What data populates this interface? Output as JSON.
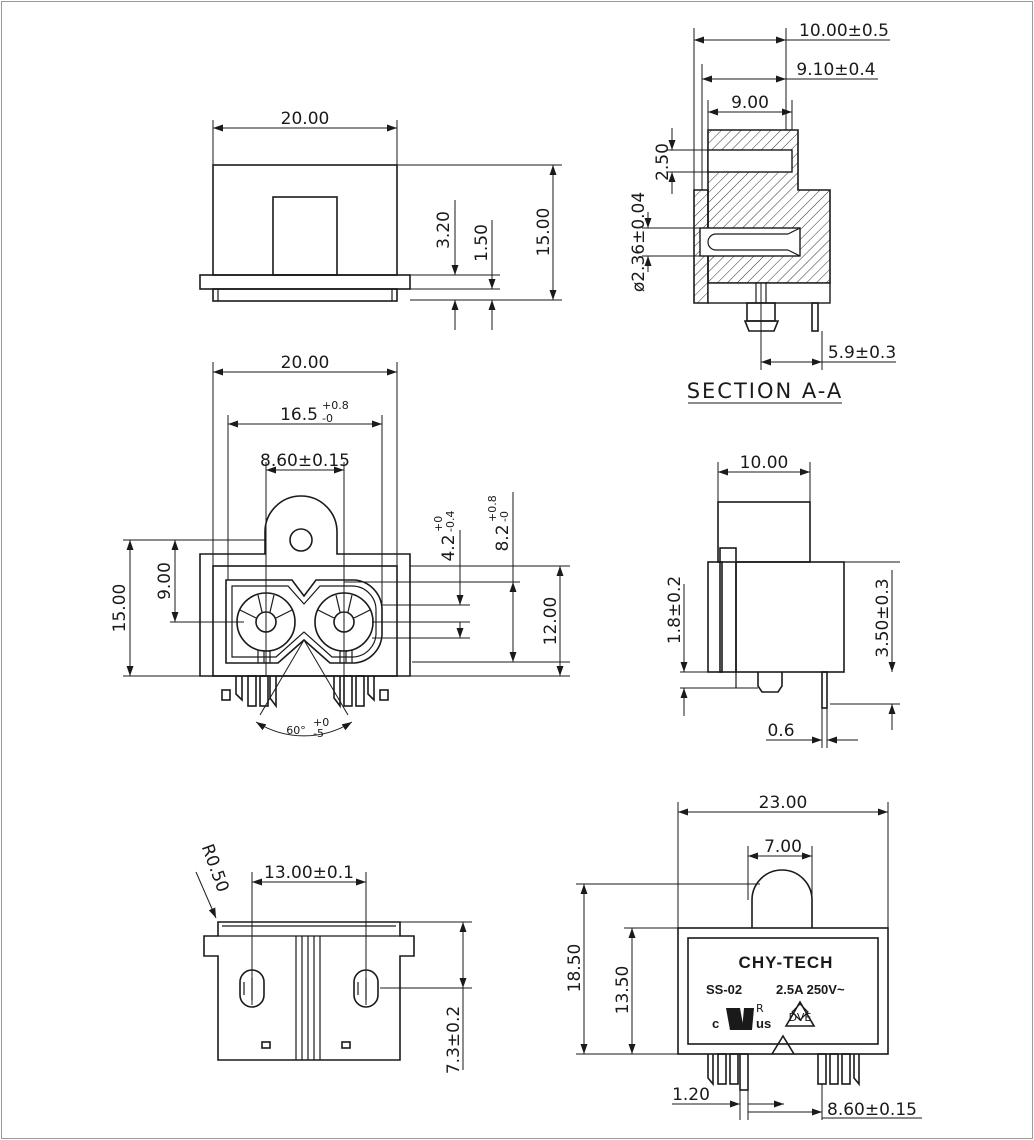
{
  "dims": {
    "top_width": "20.00",
    "top_315": "3.20",
    "top_150": "1.50",
    "top_height": "15.00",
    "sec_w1": "10.00±0.5",
    "sec_w2": "9.10±0.4",
    "sec_w3": "9.00",
    "sec_250": "2.50",
    "sec_pin": "ø2.36±0.04",
    "sec_59": "5.9±0.3",
    "sec_title": "SECTION A-A",
    "front_width": "20.00",
    "front_165": "16.5",
    "front_165_tol_up": "+0.8",
    "front_165_tol_dn": "-0",
    "front_860": "8.60±0.15",
    "front_42": "4.2",
    "front_42_tol_up": "+0",
    "front_42_tol_dn": "-0.4",
    "front_82": "8.2",
    "front_82_tol_up": "+0.8",
    "front_82_tol_dn": "-0",
    "front_900": "9.00",
    "front_1500": "15.00",
    "front_1200": "12.00",
    "front_angle": "60°",
    "front_angle_tol_up": "+0",
    "front_angle_tol_dn": "-5",
    "side_1000": "10.00",
    "side_18": "1.8±0.2",
    "side_350": "3.50±0.3",
    "side_06": "0.6",
    "bot_r": "R0.50",
    "bot_1300": "13.00±0.1",
    "bot_73": "7.3±0.2",
    "label_2300": "23.00",
    "label_700": "7.00",
    "label_1850": "18.50",
    "label_1350": "13.50",
    "label_120": "1.20",
    "label_860": "8.60±0.15"
  },
  "label": {
    "brand": "CHY-TECH",
    "model": "SS-02",
    "rating": "2.5A  250V~",
    "c_mark": "c",
    "us_mark": "us",
    "ul_mark": "R",
    "vde_mark": "DVE"
  }
}
